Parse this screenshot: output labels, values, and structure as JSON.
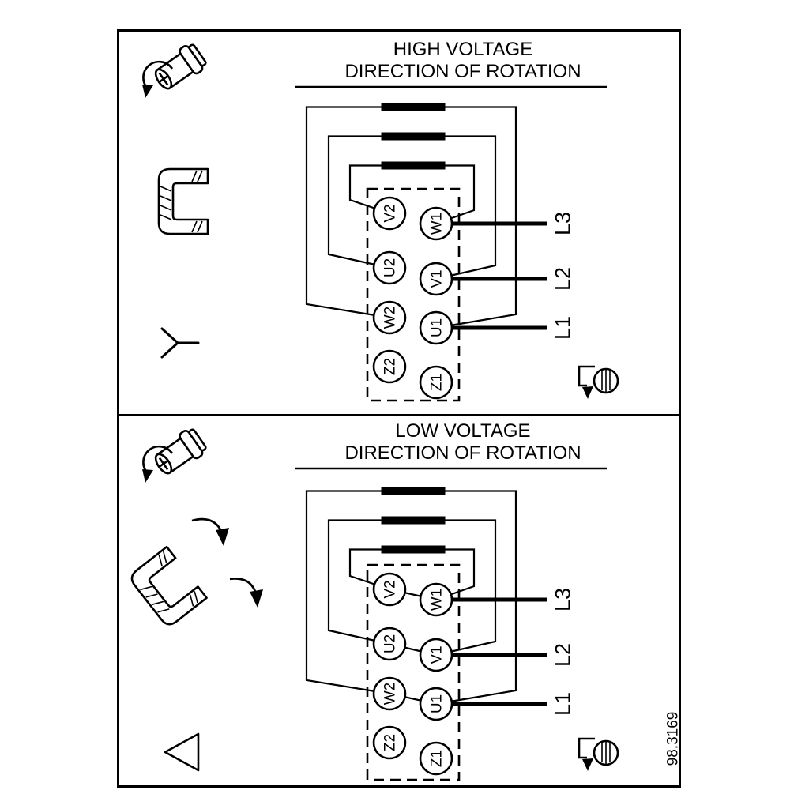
{
  "ref_number": "98.3169",
  "panels": [
    {
      "name": "high-voltage",
      "title_line1": "HIGH VOLTAGE",
      "title_line2": "DIRECTION OF ROTATION",
      "connection_symbol": "star",
      "terminals": {
        "left": [
          "V2",
          "U2",
          "W2",
          "Z2"
        ],
        "right": [
          "W1",
          "V1",
          "U1",
          "Z1"
        ]
      },
      "supply_lines": [
        "L3",
        "L2",
        "L1"
      ]
    },
    {
      "name": "low-voltage",
      "title_line1": "LOW VOLTAGE",
      "title_line2": "DIRECTION OF ROTATION",
      "connection_symbol": "delta",
      "terminals": {
        "left": [
          "V2",
          "U2",
          "W2",
          "Z2"
        ],
        "right": [
          "W1",
          "V1",
          "U1",
          "Z1"
        ]
      },
      "supply_lines": [
        "L3",
        "L2",
        "L1"
      ]
    }
  ],
  "icons": {
    "screw": "screw-with-unscrew-arrow",
    "jumper_link": "terminal-jumper-link",
    "star": "star-connection-symbol",
    "delta": "delta-connection-symbol",
    "rotation": "rotation-direction-indicator"
  }
}
